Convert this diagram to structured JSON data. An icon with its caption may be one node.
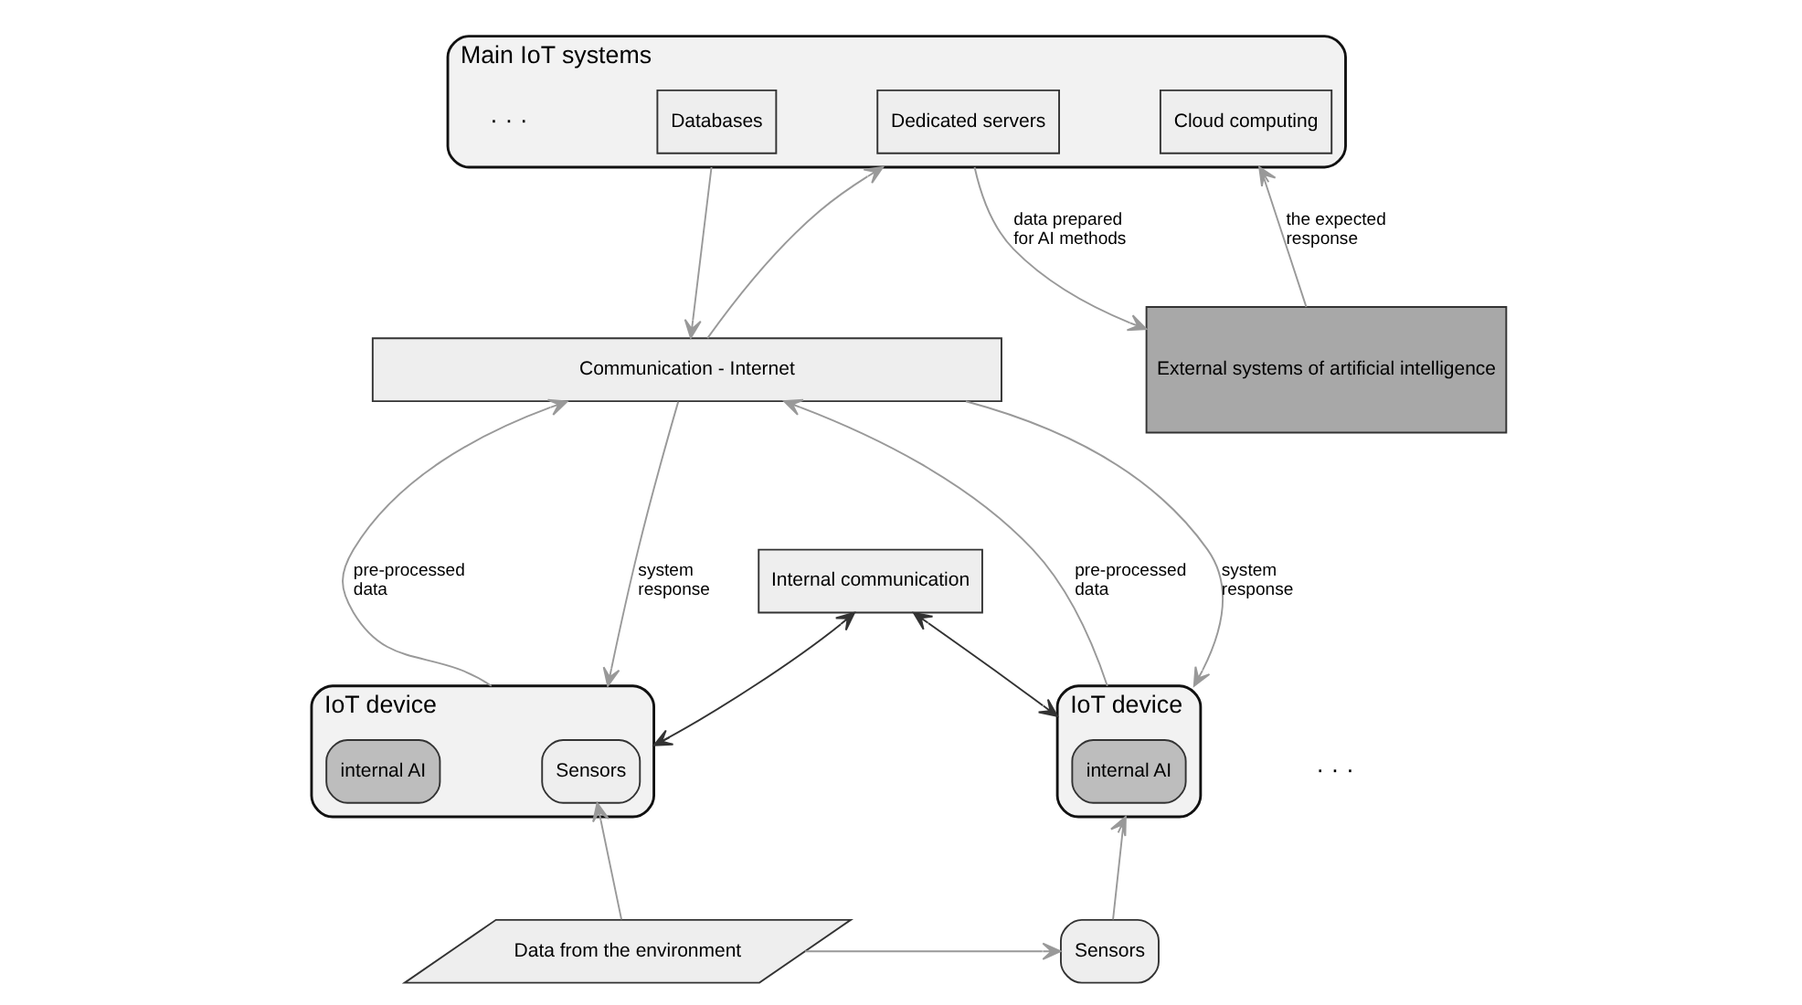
{
  "diagram": {
    "nodes": [
      {
        "text": [
          "External systems of artificial intelligence"
        ]
      },
      {
        "text": [
          "Main IoT systems"
        ]
      },
      {
        "text": [
          "Dedicated servers"
        ],
        "in": 1
      },
      {
        "text": [
          "Cloud computing"
        ],
        "in": 1
      },
      {
        "text": [
          "Databases"
        ],
        "in": 1
      },
      {
        "text": [
          "Communication - Internet"
        ]
      },
      {
        "text": [
          "Internal communication"
        ]
      },
      {
        "text": [
          "IoT device"
        ]
      },
      {
        "text": [
          "Sensors"
        ],
        "in": 7
      },
      {
        "text": [
          "internal AI"
        ],
        "in": 7
      },
      {
        "text": [
          "IoT device"
        ]
      },
      {
        "text": [
          "internal AI"
        ],
        "in": 10
      },
      {
        "text": [
          "Data from the environment"
        ]
      },
      {
        "text": [
          "Sensors"
        ]
      }
    ],
    "edges": [
      {
        "from": 1,
        "to": 0,
        "arrow": "to",
        "label": "data prepared for AI methods"
      },
      {
        "from": 0,
        "to": 1,
        "arrow": "to",
        "label": "the expected response"
      },
      {
        "from": 5,
        "to": 1,
        "arrow": "to"
      },
      {
        "from": 1,
        "to": 5,
        "arrow": "to"
      },
      {
        "from": 7,
        "to": 5,
        "arrow": "to",
        "label": "pre-processed data"
      },
      {
        "from": 5,
        "to": 7,
        "arrow": "to",
        "label": "system response"
      },
      {
        "from": 10,
        "to": 5,
        "arrow": "to",
        "label": "pre-processed data"
      },
      {
        "from": 5,
        "to": 10,
        "arrow": "to",
        "label": "system response"
      },
      {
        "from": 6,
        "to": 7,
        "arrow": "both",
        "color": "#333333"
      },
      {
        "from": 6,
        "to": 10,
        "arrow": "both",
        "color": "#333333"
      },
      {
        "from": 12,
        "to": 8,
        "arrow": "to"
      },
      {
        "from": 12,
        "to": 13,
        "arrow": "to"
      },
      {
        "from": 13,
        "to": 10,
        "arrow": "to"
      }
    ],
    "labels": [
      "· · ·",
      "· · ·"
    ]
  }
}
